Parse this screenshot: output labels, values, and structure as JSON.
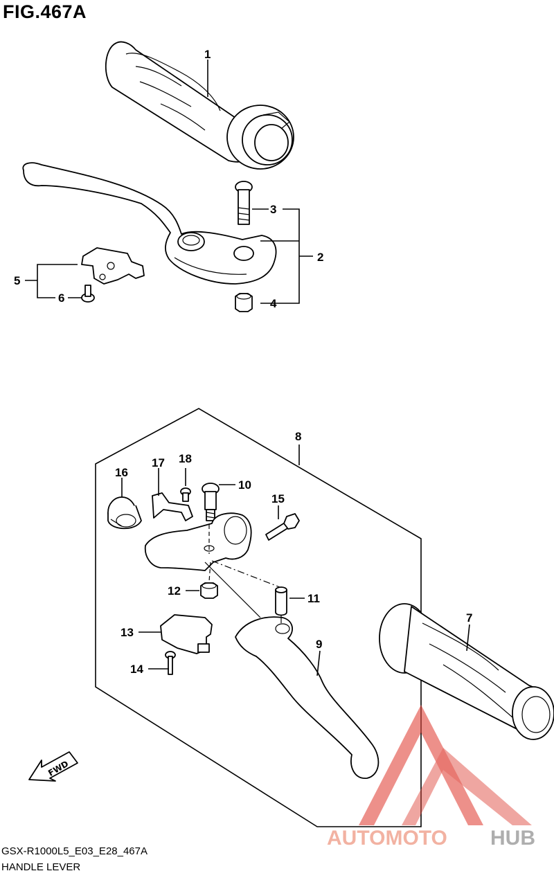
{
  "figure": {
    "title": "FIG.467A",
    "code": "GSX-R1000L5_E03_E28_467A",
    "name": "HANDLE LEVER"
  },
  "callouts": [
    "1",
    "2",
    "3",
    "4",
    "5",
    "6",
    "7",
    "8",
    "9",
    "10",
    "11",
    "12",
    "13",
    "14",
    "15",
    "16",
    "17",
    "18"
  ],
  "fwd_label": "FWD",
  "watermark": {
    "text_a": "AUTOMOTO",
    "text_b": "HUB",
    "color_a": "#f0a08c",
    "color_b": "#9a9a9a",
    "logo_color": "#e0463c"
  }
}
